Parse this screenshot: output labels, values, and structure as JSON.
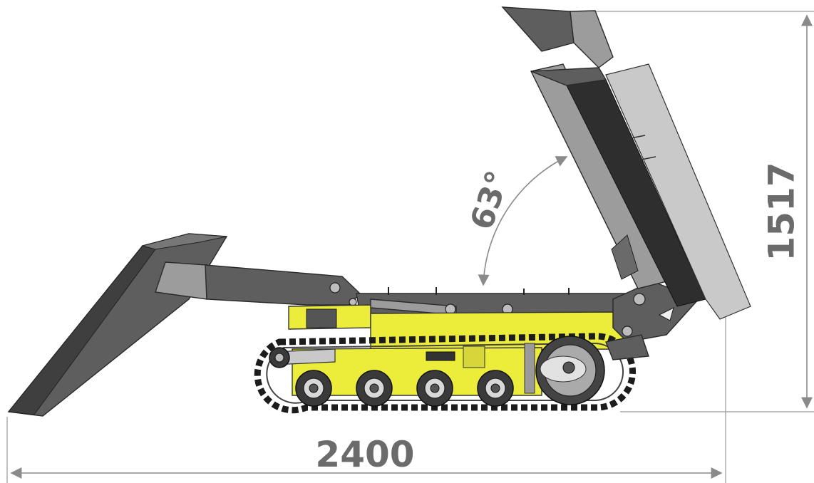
{
  "dimensions": {
    "length": "2400",
    "height": "1517",
    "tip_angle": "63°"
  },
  "colors": {
    "chassis_yellow": "#ecec3a",
    "steel_dark": "#5e5e5e",
    "steel_light": "#9c9c9c",
    "dimension_gray": "#6b6b6b"
  }
}
